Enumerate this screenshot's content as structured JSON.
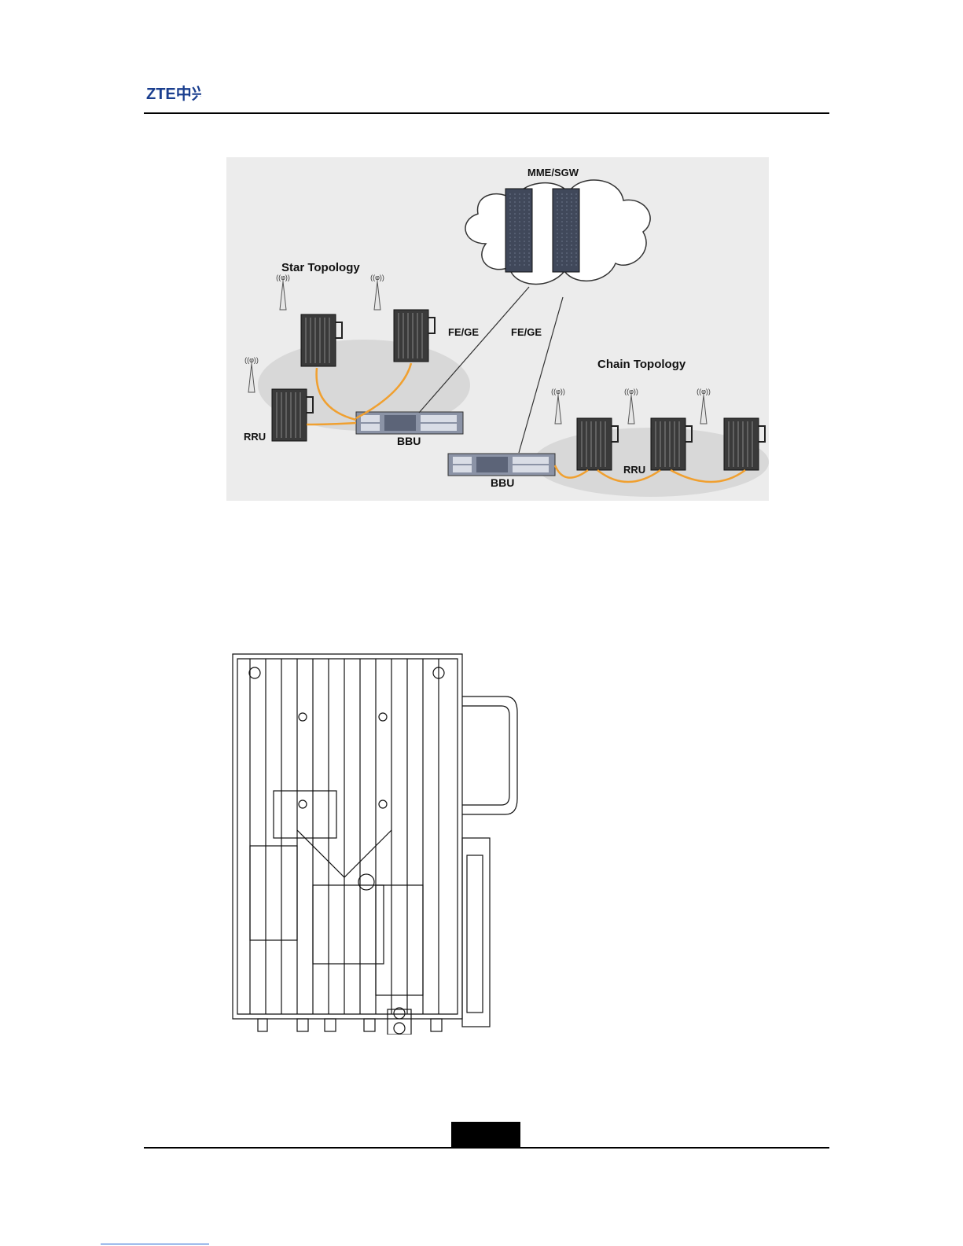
{
  "header": {
    "logo_text": "ZTE中兴"
  },
  "figure1": {
    "labels": {
      "core": "MME/SGW",
      "star": "Star Topology",
      "chain": "Chain Topology",
      "link1": "FE/GE",
      "link2": "FE/GE",
      "rru_star": "RRU",
      "rru_chain": "RRU",
      "bbu_star": "BBU",
      "bbu_chain": "BBU"
    }
  },
  "colors": {
    "fiber": "#f0a030",
    "ellipse": "#dcdcdc",
    "rule": "#000000",
    "link": "#1a5fd0"
  }
}
